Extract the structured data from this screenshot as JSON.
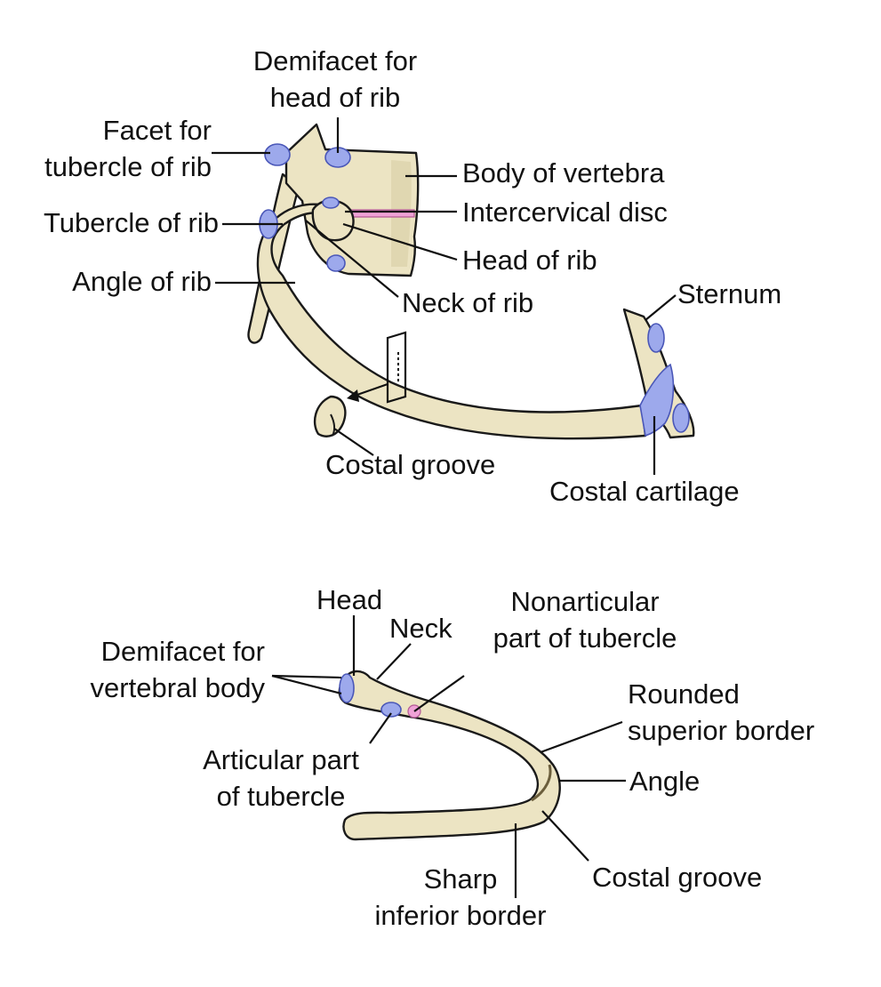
{
  "top_figure": {
    "labels": {
      "demifacet_head": [
        "Demifacet for",
        "head of rib"
      ],
      "facet_tubercle": [
        "Facet for",
        "tubercle of rib"
      ],
      "body_vertebra": "Body of vertebra",
      "intercervical_disc": "Intercervical disc",
      "tubercle_rib": "Tubercle of rib",
      "head_rib": "Head of rib",
      "angle_rib": "Angle of rib",
      "neck_rib": "Neck of rib",
      "sternum": "Sternum",
      "costal_groove": "Costal groove",
      "costal_cartilage": "Costal cartilage"
    }
  },
  "bottom_figure": {
    "labels": {
      "head": "Head",
      "neck": "Neck",
      "nonarticular": [
        "Nonarticular",
        "part of tubercle"
      ],
      "demifacet_vertebral": [
        "Demifacet for",
        "vertebral body"
      ],
      "rounded_superior": [
        "Rounded",
        "superior border"
      ],
      "articular": [
        "Articular part",
        "of tubercle"
      ],
      "angle": "Angle",
      "costal_groove": "Costal groove",
      "sharp_inferior": [
        "Sharp",
        "inferior border"
      ]
    }
  },
  "colors": {
    "bone": "#ece4c3",
    "facet": "#9da9ec",
    "disc": "#efa2d6"
  }
}
